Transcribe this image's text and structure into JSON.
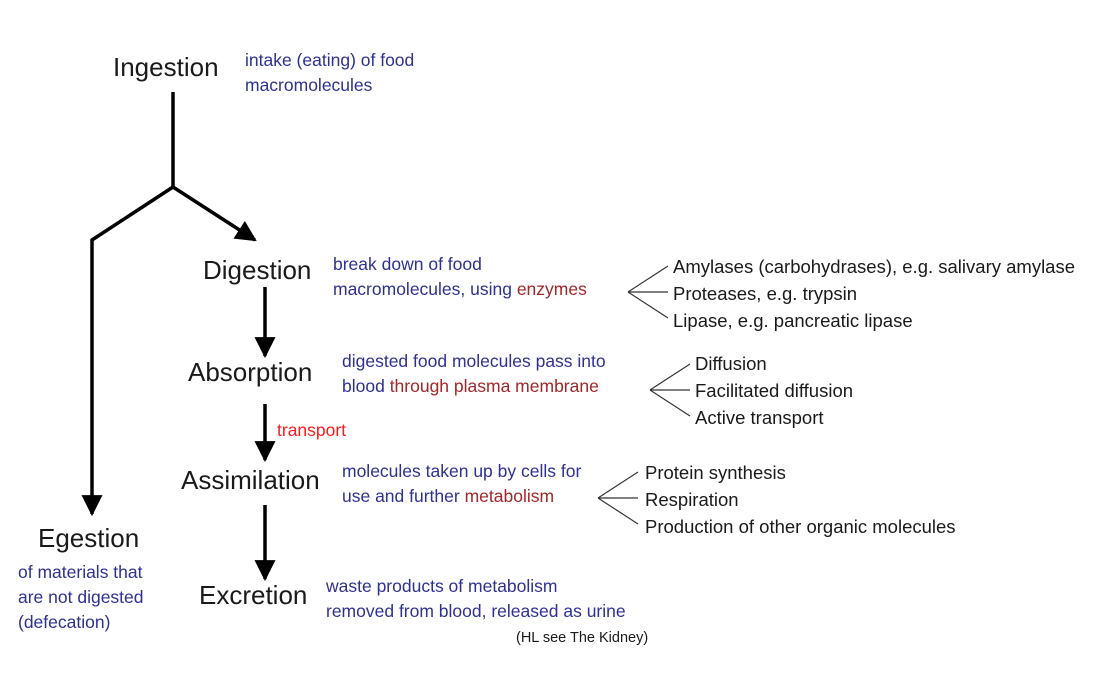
{
  "stages": {
    "ingestion": "Ingestion",
    "digestion": "Digestion",
    "absorption": "Absorption",
    "assimilation": "Assimilation",
    "excretion": "Excretion",
    "egestion": "Egestion"
  },
  "descriptions": {
    "ingestion": [
      "intake (eating) of food",
      "macromolecules"
    ],
    "digestion": {
      "line1": "break down of food",
      "line2_pre": "macromolecules, using ",
      "line2_hl": "enzymes"
    },
    "absorption": {
      "line1": "digested food molecules pass into",
      "line2_pre": "blood ",
      "line2_hl": "through plasma membrane"
    },
    "assimilation": {
      "line1": "molecules taken up by cells for",
      "line2_pre": "use and further ",
      "line2_hl": "metabolism"
    },
    "excretion": [
      "waste products of metabolism",
      "removed from blood, released as urine"
    ],
    "egestion": [
      "of materials that",
      "are not digested",
      "(defecation)"
    ]
  },
  "transport_label": "transport",
  "note": "(HL see The Kidney)",
  "digestion_enzymes": [
    "Amylases (carbohydrases), e.g. salivary amylase",
    "Proteases, e.g. trypsin",
    "Lipase, e.g. pancreatic lipase"
  ],
  "absorption_methods": [
    "Diffusion",
    "Facilitated diffusion",
    "Active transport"
  ],
  "assimilation_uses": [
    "Protein synthesis",
    "Respiration",
    "Production of other organic molecules"
  ],
  "colors": {
    "stage_text": "#1a1a1a",
    "description": "#2e3192",
    "highlight": "#a0282a",
    "transport": "#ff1a1a"
  }
}
